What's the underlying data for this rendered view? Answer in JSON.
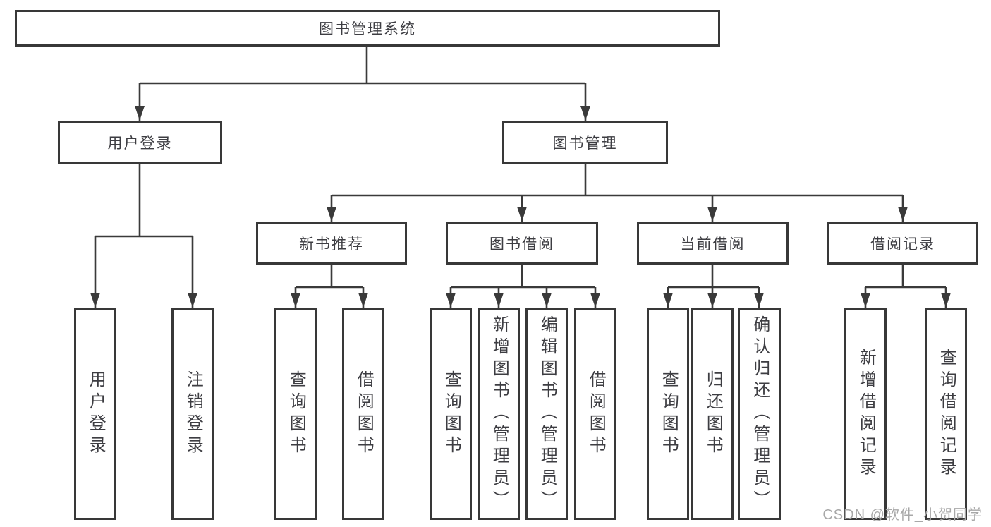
{
  "diagram": {
    "root": {
      "label": "图书管理系统"
    },
    "branches": [
      {
        "label": "用户登录",
        "children": [
          {
            "label": "用户登录"
          },
          {
            "label": "注销登录"
          }
        ]
      },
      {
        "label": "图书管理",
        "children": [
          {
            "label": "新书推荐",
            "children": [
              {
                "label": "查询图书"
              },
              {
                "label": "借阅图书"
              }
            ]
          },
          {
            "label": "图书借阅",
            "children": [
              {
                "label": "查询图书"
              },
              {
                "label": "新增图书（管理员）"
              },
              {
                "label": "编辑图书（管理员）"
              },
              {
                "label": "借阅图书"
              }
            ]
          },
          {
            "label": "当前借阅",
            "children": [
              {
                "label": "查询图书"
              },
              {
                "label": "归还图书"
              },
              {
                "label": "确认归还（管理员）"
              }
            ]
          },
          {
            "label": "借阅记录",
            "children": [
              {
                "label": "新增借阅记录"
              },
              {
                "label": "查询借阅记录"
              }
            ]
          }
        ]
      }
    ]
  },
  "watermark": {
    "text": "CSDN @软件_小贺同学"
  },
  "colors": {
    "line": "#3a3a3a",
    "box_border": "#383838",
    "text": "#3d3d42",
    "background": "#ffffff",
    "watermark": "#a8a8a8"
  }
}
